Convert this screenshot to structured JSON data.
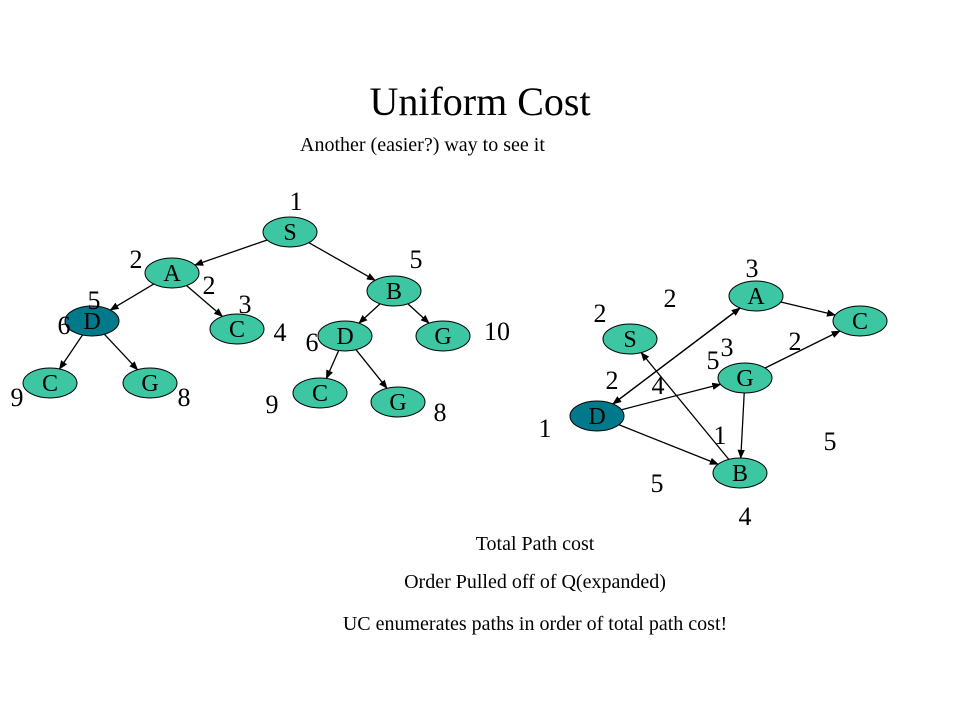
{
  "title": "Uniform Cost",
  "subtitle": "Another (easier?) way to see it",
  "captions": {
    "total_path_cost": "Total Path cost",
    "order_pulled": "Order Pulled off of Q(expanded)",
    "summary": "UC enumerates paths in order of total path cost!"
  },
  "colors": {
    "node_fill": "#3cc6a2",
    "expanded_node_fill": "#007a8a"
  },
  "search_tree": {
    "nodes": [
      {
        "label": "S",
        "expanded": false
      },
      {
        "label": "A",
        "expanded": false
      },
      {
        "label": "B",
        "expanded": false
      },
      {
        "label": "D",
        "expanded": true
      },
      {
        "label": "C",
        "expanded": false
      },
      {
        "label": "C",
        "expanded": false
      },
      {
        "label": "G",
        "expanded": false
      },
      {
        "label": "D",
        "expanded": false
      },
      {
        "label": "G",
        "expanded": false
      },
      {
        "label": "C",
        "expanded": false
      },
      {
        "label": "G",
        "expanded": false
      }
    ],
    "numbers": [
      "1",
      "2",
      "5",
      "2",
      "5",
      "3",
      "6",
      "4",
      "6",
      "10",
      "9",
      "8",
      "9",
      "8"
    ]
  },
  "graph": {
    "nodes": [
      {
        "label": "S",
        "expanded": false
      },
      {
        "label": "A",
        "expanded": false
      },
      {
        "label": "C",
        "expanded": false
      },
      {
        "label": "G",
        "expanded": false
      },
      {
        "label": "D",
        "expanded": true
      },
      {
        "label": "B",
        "expanded": false
      }
    ],
    "numbers": [
      "3",
      "2",
      "2",
      "3",
      "2",
      "5",
      "2",
      "4",
      "1",
      "1",
      "5",
      "5",
      "4"
    ]
  }
}
